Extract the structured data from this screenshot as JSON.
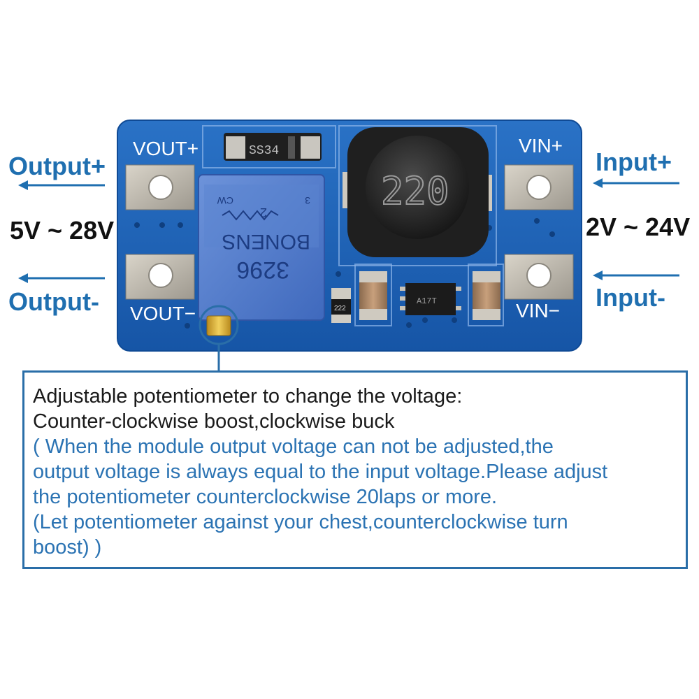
{
  "board": {
    "vout_plus": "VOUT+",
    "vout_minus": "VOUT−",
    "vin_plus": "VIN+",
    "vin_minus": "VIN−",
    "diode_marking": "SS34",
    "inductor_marking": "220",
    "resistor_marking": "222",
    "pot_brand": "BONENS",
    "pot_model": "3296",
    "pot_value": "2",
    "pot_cw": "CW",
    "pot_pin": "3",
    "ic_marking": "A17T"
  },
  "labels": {
    "output_plus": "Output+",
    "output_minus": "Output-",
    "output_range": "5V ~ 28V",
    "input_plus": "Input+",
    "input_minus": "Input-",
    "input_range": "2V ~ 24V"
  },
  "info": {
    "line1": "Adjustable potentiometer to change the voltage:",
    "line2": "Counter-clockwise boost,clockwise buck",
    "line3": "( When the module output voltage can not be adjusted,the",
    "line4": "output voltage is always equal to the input voltage.Please adjust",
    "line5": "the potentiometer counterclockwise 20laps or more.",
    "line6": "(Let potentiometer against your chest,counterclockwise turn",
    "line7": "boost) )"
  },
  "colors": {
    "pcb": "#1a5fb4",
    "label_blue": "#1f6fb0",
    "box_border": "#2a6ea8",
    "pot_body": "#4b78cf"
  }
}
